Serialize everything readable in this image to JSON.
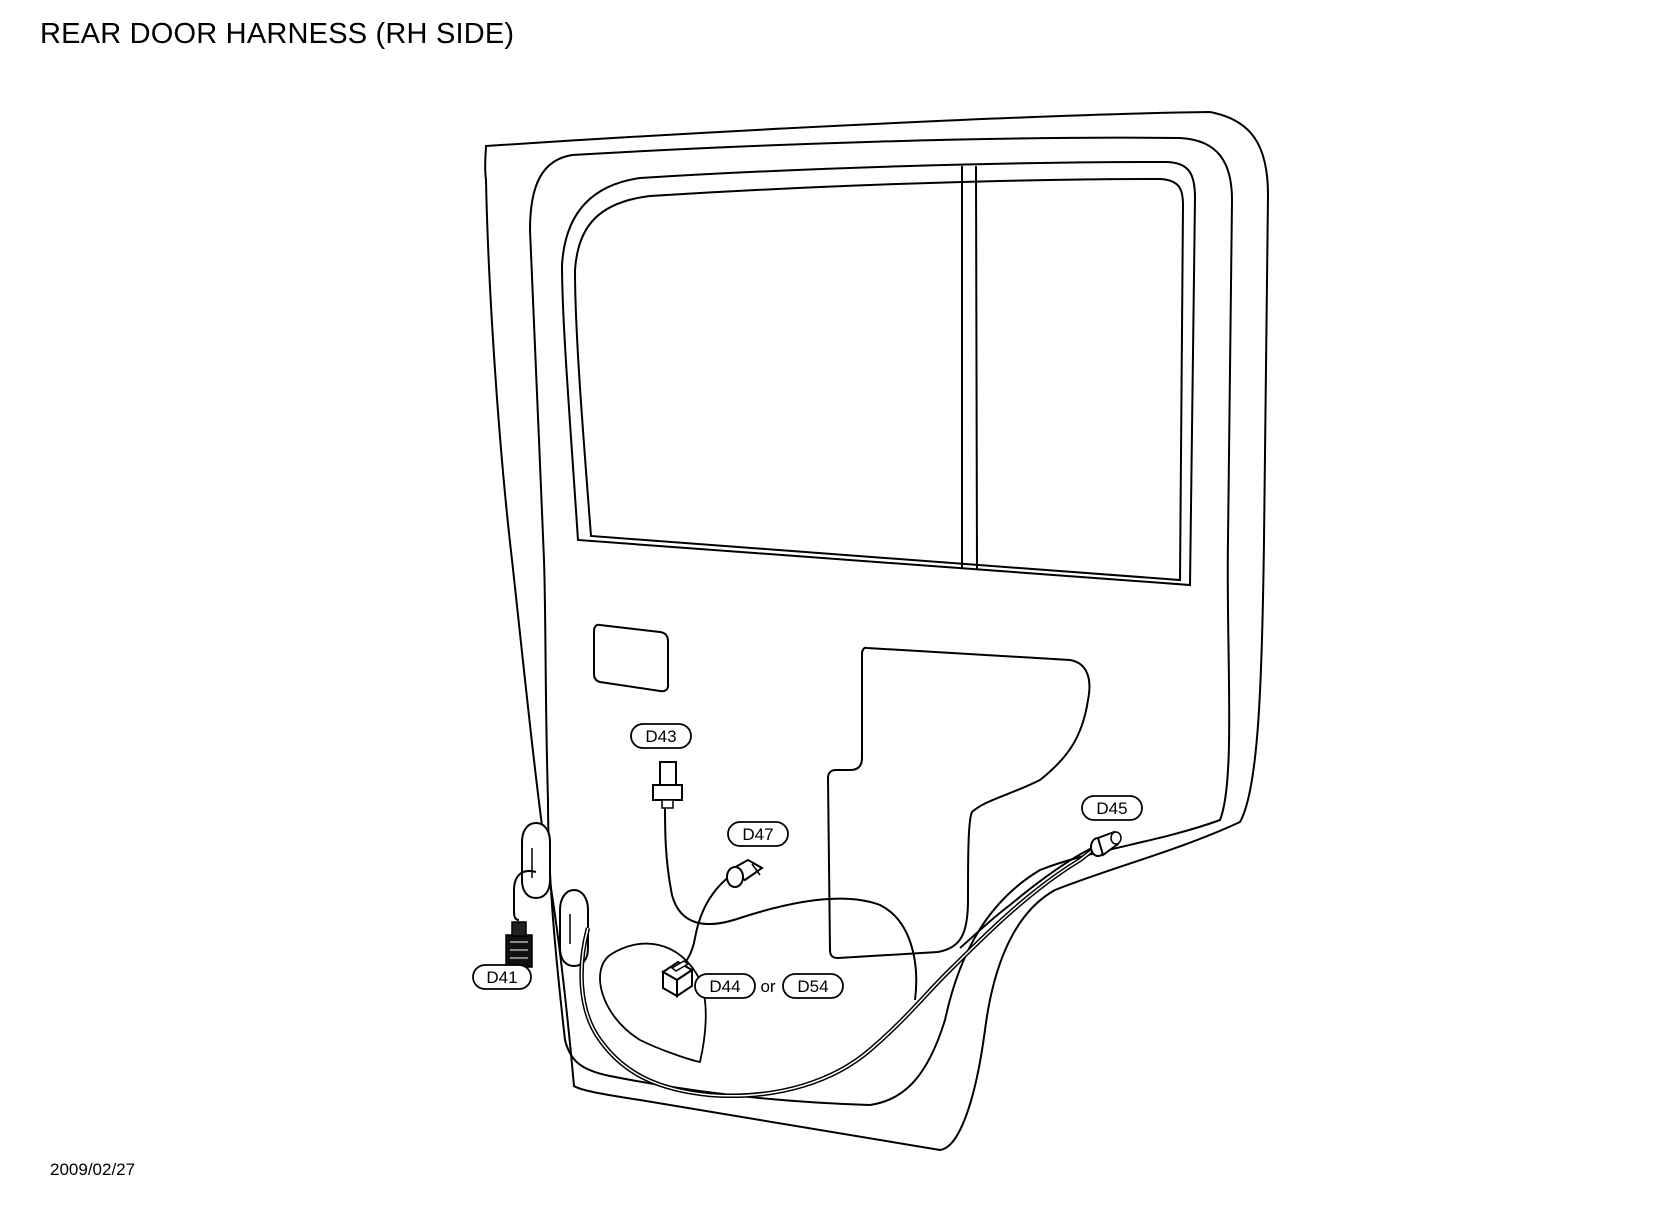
{
  "title": "REAR DOOR HARNESS (RH SIDE)",
  "date": "2009/02/27",
  "connectors": {
    "d41": "D41",
    "d43": "D43",
    "d44": "D44",
    "d45": "D45",
    "d47": "D47",
    "d54": "D54"
  },
  "connector_joiner": "or",
  "line_color": "#000000",
  "background_color": "#ffffff"
}
